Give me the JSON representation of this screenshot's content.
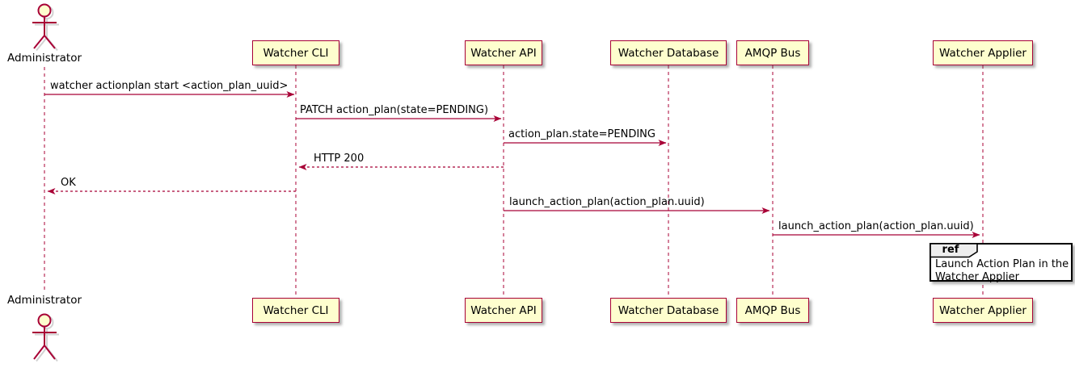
{
  "diagram": {
    "type": "sequence-diagram",
    "colors": {
      "participant_fill": "#FEFECE",
      "participant_border": "#A80036",
      "arrow": "#A80036",
      "lifeline": "#A80036",
      "actor": "#A80036",
      "ref_border": "#000000",
      "ref_tab_fill": "#EEEEEE",
      "text": "#000000",
      "background": "#FFFFFF"
    },
    "participants": [
      {
        "id": "administrator",
        "label": "Administrator",
        "kind": "actor"
      },
      {
        "id": "watcher-cli",
        "label": "Watcher CLI",
        "kind": "participant"
      },
      {
        "id": "watcher-api",
        "label": "Watcher API",
        "kind": "participant"
      },
      {
        "id": "watcher-database",
        "label": "Watcher Database",
        "kind": "participant"
      },
      {
        "id": "amqp-bus",
        "label": "AMQP Bus",
        "kind": "participant"
      },
      {
        "id": "watcher-applier",
        "label": "Watcher Applier",
        "kind": "participant"
      }
    ],
    "messages": [
      {
        "from": "Administrator",
        "to": "Watcher CLI",
        "label": "watcher actionplan start <action_plan_uuid>",
        "style": "solid"
      },
      {
        "from": "Watcher CLI",
        "to": "Watcher API",
        "label": "PATCH action_plan(state=PENDING)",
        "style": "solid"
      },
      {
        "from": "Watcher API",
        "to": "Watcher Database",
        "label": "action_plan.state=PENDING",
        "style": "solid"
      },
      {
        "from": "Watcher API",
        "to": "Watcher CLI",
        "label": "HTTP 200",
        "style": "dashed"
      },
      {
        "from": "Watcher CLI",
        "to": "Administrator",
        "label": "OK",
        "style": "dashed"
      },
      {
        "from": "Watcher API",
        "to": "AMQP Bus",
        "label": "launch_action_plan(action_plan.uuid)",
        "style": "solid"
      },
      {
        "from": "AMQP Bus",
        "to": "Watcher Applier",
        "label": "launch_action_plan(action_plan.uuid)",
        "style": "solid"
      }
    ],
    "ref": {
      "keyword": "ref",
      "text": "Launch Action Plan in the Watcher Applier",
      "over": "Watcher Applier"
    }
  }
}
